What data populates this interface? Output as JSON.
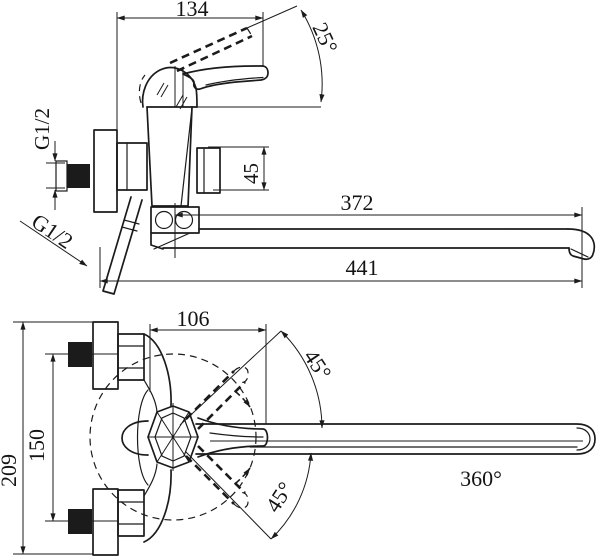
{
  "colors": {
    "line": "#1b1b1b",
    "background": "#ffffff"
  },
  "side_view": {
    "dim_handle_width": "134",
    "dim_handle_lift_angle": "25°",
    "label_wall_inlet_thread": "G1/2",
    "dim_outlet_height": "45",
    "dim_spout_reach": "372",
    "dim_overall_length": "441",
    "label_shower_outlet_thread": "G1/2"
  },
  "plan_view": {
    "dim_body_depth": "106",
    "dim_overall_height": "209",
    "dim_inlet_centers": "150",
    "dim_handle_swing_upper": "45°",
    "dim_handle_swing_lower": "45°",
    "dim_spout_swivel": "360°"
  }
}
